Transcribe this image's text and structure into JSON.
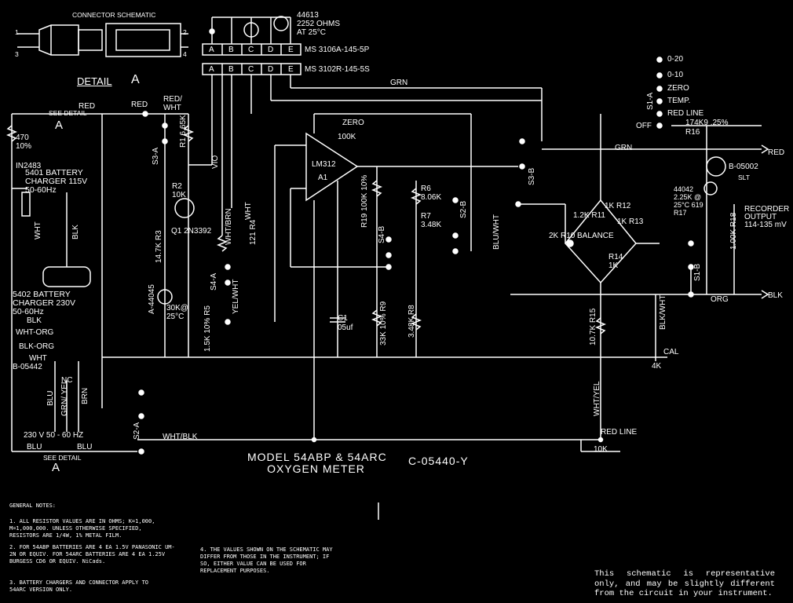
{
  "connector_title": "CONNECTOR SCHEMATIC",
  "detail_label": "DETAIL",
  "detail_letter": "A",
  "pin_numbers": [
    "1",
    "2",
    "3",
    "4"
  ],
  "connector_pins": [
    "A",
    "B",
    "C",
    "D",
    "E"
  ],
  "connector_top_part": "MS 3106A-145-5P",
  "connector_bottom_part": "MS 3102R-145-5S",
  "thermistor_part": "44613",
  "thermistor_value": "2252 OHMS",
  "thermistor_temp": "AT 25°C",
  "wire_labels": {
    "red": "RED",
    "red_wht": "RED/ WHT",
    "vio": "VIO",
    "grn": "GRN",
    "blk": "BLK",
    "wht_brn": "WHT/BRN",
    "wht": "WHT",
    "yel_wht": "YEL/WHT",
    "blu_wht": "BLU/WHT",
    "blk_wht": "BLK/WHT",
    "wht_yel": "WHT/YEL",
    "wht_blk": "WHT/BLK",
    "org": "ORG",
    "blu": "BLU"
  },
  "see_detail": "SEE DETAIL",
  "components": {
    "r470": "470 10%",
    "diode": "IN2483",
    "charger1": "5401 BATTERY CHARGER 115V 50-60Hz",
    "charger2": "5402 BATTERY CHARGER 230V 50-60Hz",
    "b05442": "B-05442",
    "blk_org": "BLK-ORG",
    "wht_org": "WHT-ORG",
    "nc": "NC",
    "grn_yel": "GRN/ YEL",
    "brn": "BRN",
    "v230": "230 V   50 - 60 HZ",
    "r1": "R1 6.65K",
    "r2": "R2 10K",
    "q1": "Q1 2N3392",
    "r3": "14.7K R3",
    "a44045": "A-44045",
    "thermistor30k": "30K@ 25°C",
    "r4": "121 R4",
    "r5": "1.5K 10% R5",
    "lm312": "LM312",
    "a1": "A1",
    "zero": "ZERO",
    "pot100k": "100K",
    "c1": "C1 05uf",
    "r19": "R19 100K 10%",
    "r6": "R6 8.06K",
    "r7": "R7 3.48K",
    "r9": "33K 10% R9",
    "r8": "3.48K R8",
    "r10": "2K R10",
    "r11": "1.2K R11",
    "r12": "1K R12",
    "r13": "1K R13",
    "r14": "R14 1K",
    "balance": "BALANCE",
    "r15": "10.7K R15",
    "r16": "174K9 .25% R16",
    "b05002": "B-05002",
    "slt": "SLT",
    "r17": "44042 2.25K @ 25°C 619 R17",
    "r18": "1.00K R18",
    "recorder": "RECORDER OUTPUT 114-135 mV",
    "cal": "CAL",
    "cal4k": "4K",
    "redline": "RED LINE",
    "redline10k": "10K"
  },
  "switch_labels": {
    "s1a": "S1-A",
    "s1b": "S1-B",
    "s2a": "S2-A",
    "s2b": "S2-B",
    "s3a": "S3-A",
    "s3b": "S3-B",
    "s4a": "S4-A",
    "s4b": "S4-B"
  },
  "range_positions": [
    "0-20",
    "0-10",
    "ZERO",
    "TEMP.",
    "RED LINE"
  ],
  "off_label": "OFF",
  "model_line1": "MODEL 54ABP & 54ARC",
  "model_line2": "OXYGEN METER",
  "drawing_number": "C-05440-Y",
  "notes_title": "GENERAL NOTES:",
  "notes": [
    "1.  ALL RESISTOR VALUES ARE IN OHMS; K=1,000, M=1,000,000.  UNLESS OTHERWISE SPECIFIED, RESISTORS ARE 1/4W, 1% METAL FILM.",
    "2.  FOR 54ABP BATTERIES ARE 4 EA 1.5V PANASONIC UM-2N OR EQUIV. FOR 54ARC BATTERIES ARE 4 EA 1.25V BURGESS CD6 OR EQUIV. NiCads.",
    "3.  BATTERY CHARGERS AND CONNECTOR APPLY TO 54ARC VERSION ONLY.",
    "4.  THE VALUES  SHOWN ON THE SCHEMATIC MAY DIFFER FROM THOSE IN THE INSTRUMENT; IF SO, EITHER VALUE CAN BE USED FOR REPLACEMENT PURPOSES."
  ],
  "disclaimer": "This schematic is representative only, and may be slightly different from the circuit in your instrument."
}
